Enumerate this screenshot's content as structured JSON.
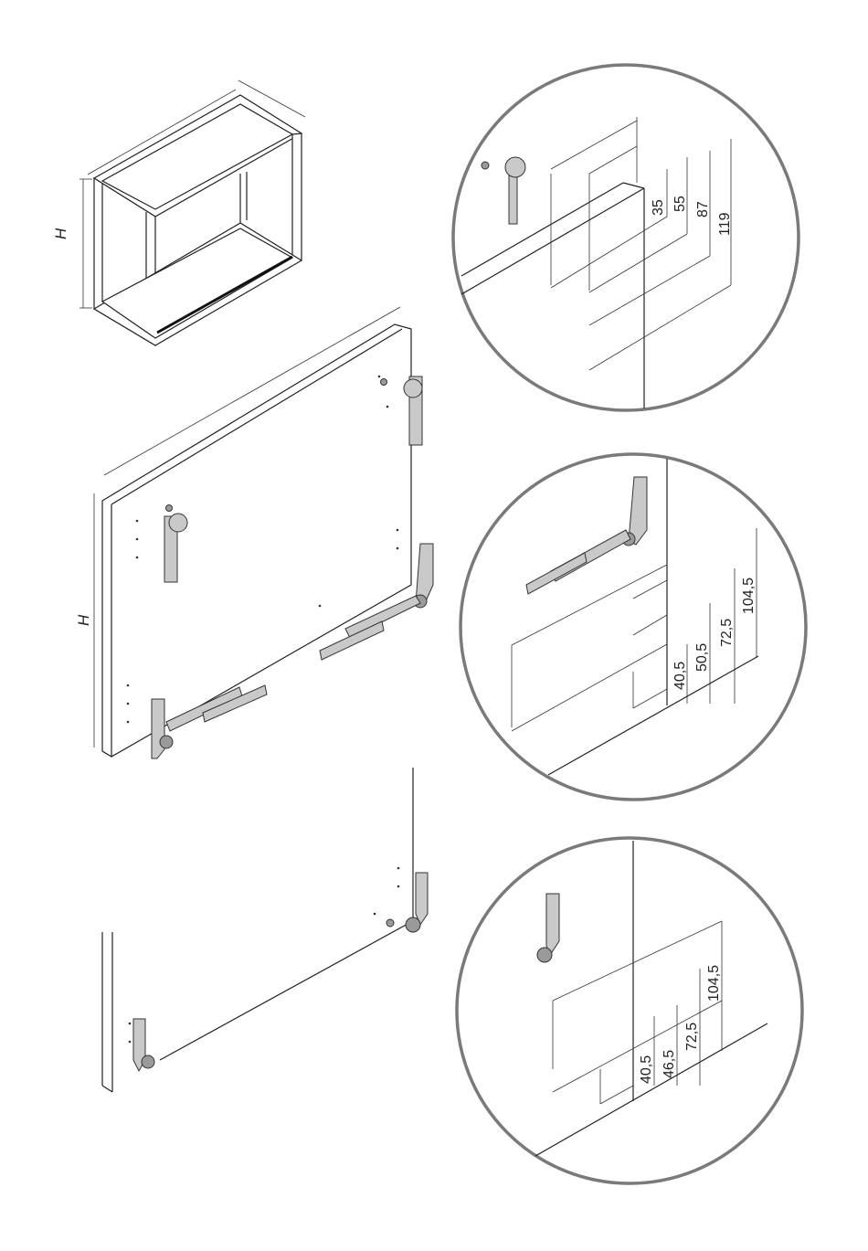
{
  "labels": {
    "cabinet_height": "H",
    "door_height": "H"
  },
  "detail_top": {
    "dimensions": [
      "35",
      "55",
      "87",
      "119"
    ]
  },
  "detail_middle": {
    "dimensions": [
      "40,5",
      "50,5",
      "72,5",
      "104,5"
    ]
  },
  "detail_bottom": {
    "dimensions": [
      "40,5",
      "46,5",
      "72,5",
      "104,5"
    ]
  },
  "colors": {
    "line": "#222222",
    "detail_circle": "#7a7a7a",
    "hardware": "#c9c9c9"
  },
  "icons": [
    "lift-up-fitting-icon",
    "hinge-bracket-icon",
    "stay-arm-icon"
  ]
}
